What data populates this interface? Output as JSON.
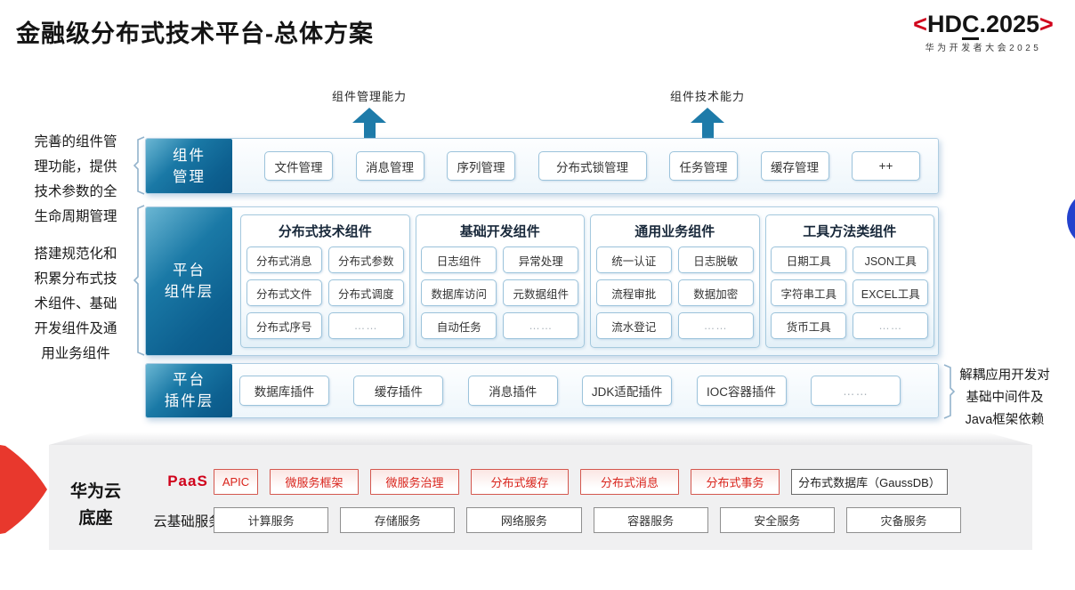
{
  "page": {
    "title": "金融级分布式技术平台-总体方案"
  },
  "logo": {
    "open": "<",
    "hd": "HD",
    "c": "C",
    "rest": ".2025",
    "close": ">",
    "subtitle": "华为开发者大会2025"
  },
  "annotations": {
    "left_top": {
      "lines": [
        "完善的组件管",
        "理功能，提供",
        "技术参数的全",
        "生命周期管理"
      ]
    },
    "left_bottom": {
      "lines": [
        "搭建规范化和",
        "积累分布式技",
        "术组件、基础",
        "开发组件及通",
        "用业务组件"
      ]
    },
    "right": {
      "lines": [
        "解耦应用开发对",
        "基础中间件及",
        "Java框架依赖"
      ]
    }
  },
  "arrows": [
    {
      "label": "组件管理能力"
    },
    {
      "label": "组件技术能力"
    }
  ],
  "layers": {
    "management": {
      "label_line1": "组件",
      "label_line2": "管理",
      "items": [
        "文件管理",
        "消息管理",
        "序列管理",
        "分布式锁管理",
        "任务管理",
        "缓存管理",
        "++"
      ]
    },
    "components": {
      "label_line1": "平台",
      "label_line2": "组件层",
      "groups": [
        {
          "title": "分布式技术组件",
          "items": [
            "分布式消息",
            "分布式参数",
            "分布式文件",
            "分布式调度",
            "分布式序号",
            "……"
          ]
        },
        {
          "title": "基础开发组件",
          "items": [
            "日志组件",
            "异常处理",
            "数据库访问",
            "元数据组件",
            "自动任务",
            "……"
          ]
        },
        {
          "title": "通用业务组件",
          "items": [
            "统一认证",
            "日志脱敏",
            "流程审批",
            "数据加密",
            "流水登记",
            "……"
          ]
        },
        {
          "title": "工具方法类组件",
          "items": [
            "日期工具",
            "JSON工具",
            "字符串工具",
            "EXCEL工具",
            "货币工具",
            "……"
          ]
        }
      ]
    },
    "plugins": {
      "label_line1": "平台",
      "label_line2": "插件层",
      "items": [
        "数据库插件",
        "缓存插件",
        "消息插件",
        "JDK适配插件",
        "IOC容器插件",
        "……"
      ]
    }
  },
  "foundation": {
    "label_line1": "华为云",
    "label_line2": "底座",
    "paas": {
      "label": "PaaS",
      "items": [
        "APIC",
        "微服务框架",
        "微服务治理",
        "分布式缓存",
        "分布式消息",
        "分布式事务"
      ],
      "outlined_item": "分布式数据库（GaussDB）"
    },
    "cloud": {
      "label": "云基础服务",
      "items": [
        "计算服务",
        "存储服务",
        "网络服务",
        "容器服务",
        "安全服务",
        "灾备服务"
      ]
    }
  },
  "colors": {
    "layer_label_teal": "#0d6090",
    "arrow_teal": "#1e7ba9",
    "accent_red": "#d0021b",
    "paas_box_red": "#d9251d",
    "wedge_red": "#e8382d",
    "blue_circle": "#2342cd",
    "slab_gray": "#f0f0f1"
  }
}
